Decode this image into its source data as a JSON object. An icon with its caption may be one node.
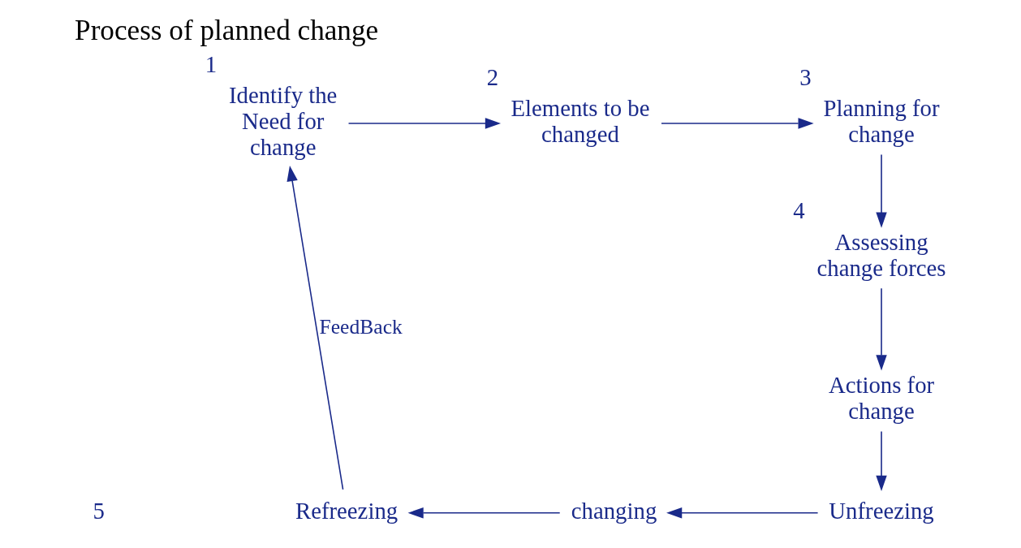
{
  "diagram": {
    "title": "Process of planned change",
    "nodes": [
      {
        "text": [
          "Identify the Need for change"
        ],
        "beside": [
          "1"
        ]
      },
      {
        "text": [
          "Elements to be changed"
        ],
        "beside": [
          "2"
        ]
      },
      {
        "text": [
          "Planning for change"
        ],
        "beside": [
          "3"
        ]
      },
      {
        "text": [
          "Assessing change forces"
        ],
        "beside": [
          "4"
        ]
      },
      {
        "text": [
          "Actions for change"
        ]
      },
      {
        "text": [
          "Unfreezing"
        ]
      },
      {
        "text": [
          "changing"
        ]
      },
      {
        "text": [
          "Refreezing"
        ]
      }
    ],
    "edges": [
      {
        "from": 0,
        "to": 1,
        "arrow": "to"
      },
      {
        "from": 1,
        "to": 2,
        "arrow": "to"
      },
      {
        "from": 2,
        "to": 3,
        "arrow": "to"
      },
      {
        "from": 3,
        "to": 4,
        "arrow": "to"
      },
      {
        "from": 4,
        "to": 5,
        "arrow": "to"
      },
      {
        "from": 5,
        "to": 6,
        "arrow": "to"
      },
      {
        "from": 6,
        "to": 7,
        "arrow": "to"
      },
      {
        "from": 7,
        "to": 0,
        "arrow": "to",
        "label": "FeedBack"
      }
    ],
    "labels": [
      "5"
    ]
  }
}
